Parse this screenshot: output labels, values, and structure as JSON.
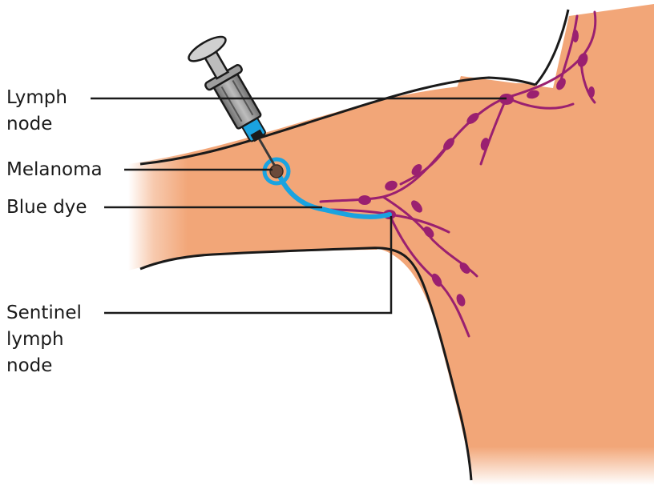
{
  "labels": {
    "lymph_node": [
      "Lymph",
      "node"
    ],
    "melanoma": "Melanoma",
    "blue_dye": "Blue dye",
    "sentinel_lymph_node": [
      "Sentinel",
      "lymph",
      "node"
    ]
  },
  "colors": {
    "skin": "#f2a678",
    "skin_outline": "#1a1a1a",
    "lymph_vessel": "#9a2070",
    "dye": "#1aa3e0",
    "melanoma": "#6b4a3a",
    "syringe_plunger": "#d0d0d0",
    "syringe_barrel": "#9e9e9e",
    "needle_hub": "#1aa3e0"
  }
}
